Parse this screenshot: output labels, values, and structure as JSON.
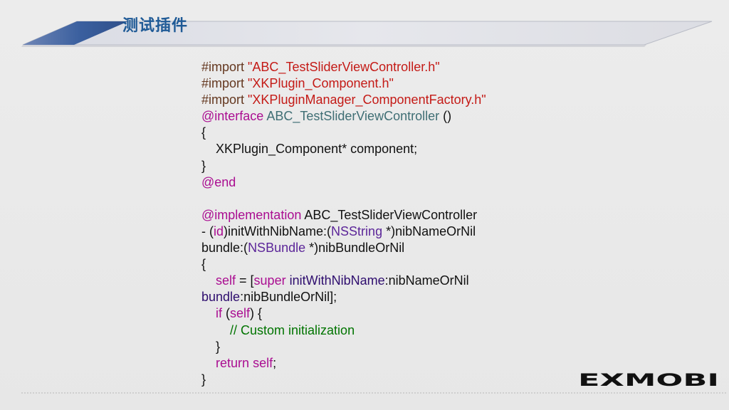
{
  "slide": {
    "title": "测试插件",
    "colors": {
      "title": "#1f5a96",
      "banner_dark": "#3a5f9e",
      "string": "#c41a16",
      "keyword": "#aa0d91",
      "comment": "#007400"
    }
  },
  "code": {
    "lines": [
      [
        {
          "c": "import",
          "t": "#import "
        },
        {
          "c": "str",
          "t": "\"ABC_TestSliderViewController.h\""
        }
      ],
      [
        {
          "c": "import",
          "t": "#import "
        },
        {
          "c": "str",
          "t": "\"XKPlugin_Component.h\""
        }
      ],
      [
        {
          "c": "import",
          "t": "#import "
        },
        {
          "c": "str",
          "t": "\"XKPluginManager_ComponentFactory.h\""
        }
      ],
      [
        {
          "c": "kw",
          "t": "@interface "
        },
        {
          "c": "type",
          "t": "ABC_TestSliderViewController"
        },
        {
          "c": "plain",
          "t": " ()"
        }
      ],
      [
        {
          "c": "plain",
          "t": "{"
        }
      ],
      [
        {
          "c": "plain",
          "t": "    XKPlugin_Component* component;"
        }
      ],
      [
        {
          "c": "plain",
          "t": "}"
        }
      ],
      [
        {
          "c": "kw",
          "t": "@end"
        }
      ],
      [
        {
          "c": "plain",
          "t": ""
        }
      ],
      [
        {
          "c": "kw",
          "t": "@implementation "
        },
        {
          "c": "plain",
          "t": "ABC_TestSliderViewController"
        }
      ],
      [
        {
          "c": "plain",
          "t": "- ("
        },
        {
          "c": "kw",
          "t": "id"
        },
        {
          "c": "plain",
          "t": ")initWithNibName:("
        },
        {
          "c": "cls",
          "t": "NSString"
        },
        {
          "c": "plain",
          "t": " *)nibNameOrNil"
        }
      ],
      [
        {
          "c": "plain",
          "t": "bundle:("
        },
        {
          "c": "cls",
          "t": "NSBundle"
        },
        {
          "c": "plain",
          "t": " *)nibBundleOrNil"
        }
      ],
      [
        {
          "c": "plain",
          "t": "{"
        }
      ],
      [
        {
          "c": "plain",
          "t": "    "
        },
        {
          "c": "kw",
          "t": "self"
        },
        {
          "c": "plain",
          "t": " = ["
        },
        {
          "c": "kw",
          "t": "super"
        },
        {
          "c": "plain",
          "t": " "
        },
        {
          "c": "call",
          "t": "initWithNibName"
        },
        {
          "c": "plain",
          "t": ":nibNameOrNil"
        }
      ],
      [
        {
          "c": "call",
          "t": "bundle"
        },
        {
          "c": "plain",
          "t": ":nibBundleOrNil];"
        }
      ],
      [
        {
          "c": "plain",
          "t": "    "
        },
        {
          "c": "kw",
          "t": "if"
        },
        {
          "c": "plain",
          "t": " ("
        },
        {
          "c": "kw",
          "t": "self"
        },
        {
          "c": "plain",
          "t": ") {"
        }
      ],
      [
        {
          "c": "comment",
          "t": "        // Custom initialization"
        }
      ],
      [
        {
          "c": "plain",
          "t": "    }"
        }
      ],
      [
        {
          "c": "plain",
          "t": "    "
        },
        {
          "c": "kw",
          "t": "return"
        },
        {
          "c": "plain",
          "t": " "
        },
        {
          "c": "kw",
          "t": "self"
        },
        {
          "c": "plain",
          "t": ";"
        }
      ],
      [
        {
          "c": "plain",
          "t": "}"
        }
      ]
    ]
  },
  "logo": {
    "text": "EXMOBI"
  }
}
